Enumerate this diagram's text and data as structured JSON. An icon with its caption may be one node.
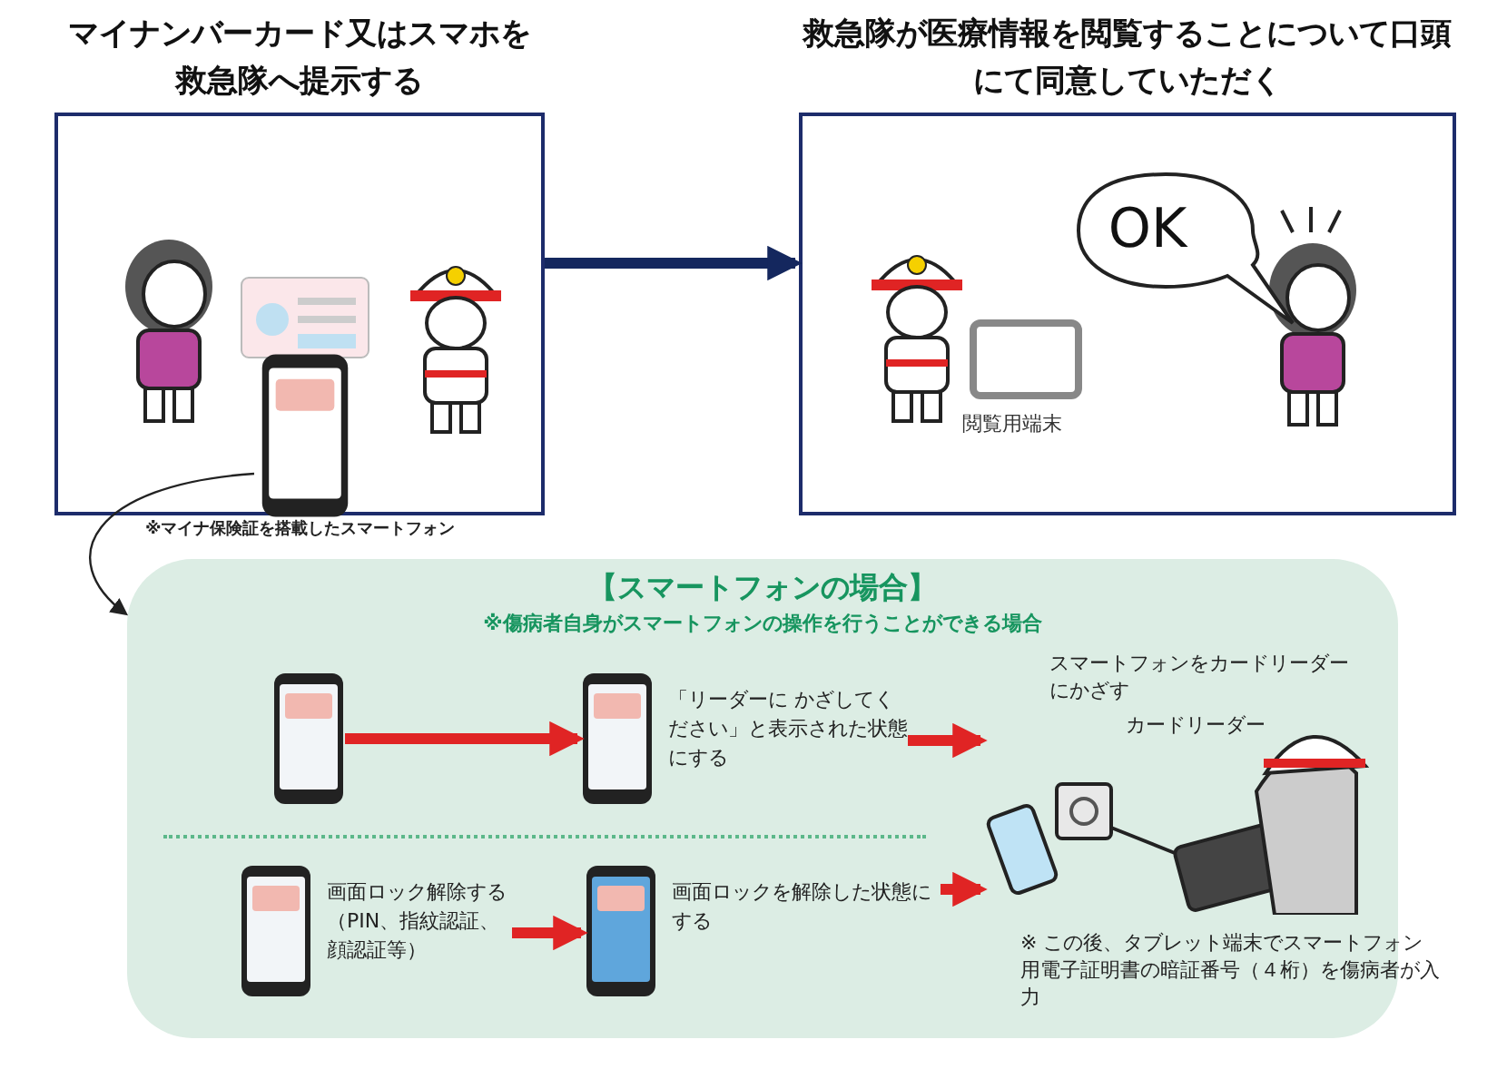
{
  "diagram": {
    "nodes": [
      {
        "text": [
          "マイナンバーカード又はスマホを救急隊へ提示する"
        ]
      },
      {
        "text": [],
        "shape": "picture",
        "in": 0,
        "beside": [
          "※マイナ保険証を搭載したスマートフォン"
        ]
      },
      {
        "text": [
          "救急隊が医療情報を閲覧することについて口頭にて同意していただく"
        ]
      },
      {
        "text": [
          "OK"
        ],
        "in": 2
      },
      {
        "text": [
          "【スマートフォンの場合】",
          "※傷病者自身がスマートフォンの操作を行うことができる場合"
        ]
      },
      {
        "text": [],
        "shape": "picture",
        "in": 4
      },
      {
        "text": [
          "「リーダーに かざしてください」と表示された状態にする"
        ],
        "in": 4
      },
      {
        "text": [
          "画面ロック解除する（PIN、指紋認証、顔認証等）"
        ],
        "in": 4
      },
      {
        "text": [
          "画面ロックを解除した状態にする"
        ],
        "in": 4
      },
      {
        "text": [
          "スマートフォンをカードリーダーにかざす",
          "カードリーダー"
        ],
        "in": 4,
        "beside": [
          "※ この後、タブレット端末でスマートフォン用電子証明書の暗証番号（４桁）を傷病者が入力"
        ]
      }
    ],
    "edges": [
      {
        "from": 0,
        "to": 2,
        "arrow": "to",
        "color": "#14275e"
      },
      {
        "from": 1,
        "to": 4,
        "arrow": "to",
        "color": "#222222"
      },
      {
        "from": 5,
        "to": 6,
        "arrow": "to"
      },
      {
        "from": 6,
        "to": 9,
        "arrow": "to"
      },
      {
        "from": 7,
        "to": 8,
        "arrow": "to"
      },
      {
        "from": 8,
        "to": 9,
        "arrow": "to"
      }
    ],
    "labels": [
      "閲覧用端末"
    ]
  }
}
